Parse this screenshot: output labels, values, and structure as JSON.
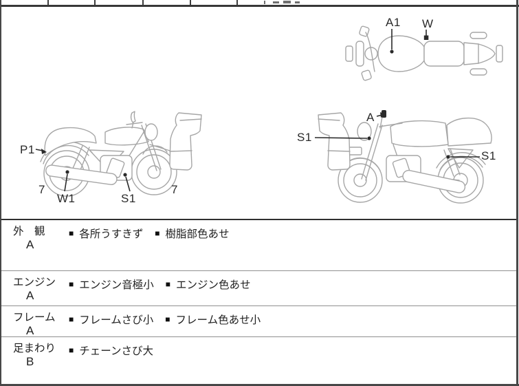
{
  "palette": {
    "line_art": "#a6a6a6",
    "annotation": "#2a2a2a",
    "text": "#1f1f1f"
  },
  "diagram": {
    "top_view": {
      "description": "motorcycle top view",
      "labels": [
        {
          "id": "A1",
          "text": "A1",
          "marker": "dot"
        },
        {
          "id": "W",
          "text": "W",
          "marker": "square"
        }
      ]
    },
    "left_side_view": {
      "description": "motorcycle left-facing-right side view with detached cowl",
      "labels": [
        {
          "id": "P1",
          "text": "P1",
          "marker": "arrow"
        },
        {
          "id": "7-rear",
          "text": "7",
          "marker": "none"
        },
        {
          "id": "W1",
          "text": "W1",
          "marker": "dot"
        },
        {
          "id": "S1",
          "text": "S1",
          "marker": "dot"
        },
        {
          "id": "7-front",
          "text": "7",
          "marker": "none"
        }
      ]
    },
    "right_side_view": {
      "description": "motorcycle facing-left side view with detached cowl",
      "labels": [
        {
          "id": "S1-front",
          "text": "S1",
          "marker": "dot"
        },
        {
          "id": "A",
          "text": "A",
          "marker": "arrow"
        },
        {
          "id": "S1-rear",
          "text": "S1",
          "marker": "dot"
        }
      ]
    }
  },
  "inspection_table": {
    "bullet": "■",
    "rows": [
      {
        "category": "外　観",
        "grade": "A",
        "items": [
          "各所うすきず",
          "樹脂部色あせ"
        ]
      },
      {
        "category": "エンジン",
        "grade": "A",
        "items": [
          "エンジン音極小",
          "エンジン色あせ"
        ]
      },
      {
        "category": "フレーム",
        "grade": "A",
        "items": [
          "フレームさび小",
          "フレーム色あせ小"
        ]
      },
      {
        "category": "足まわり",
        "grade": "B",
        "items": [
          "チェーンさび大"
        ]
      }
    ]
  }
}
